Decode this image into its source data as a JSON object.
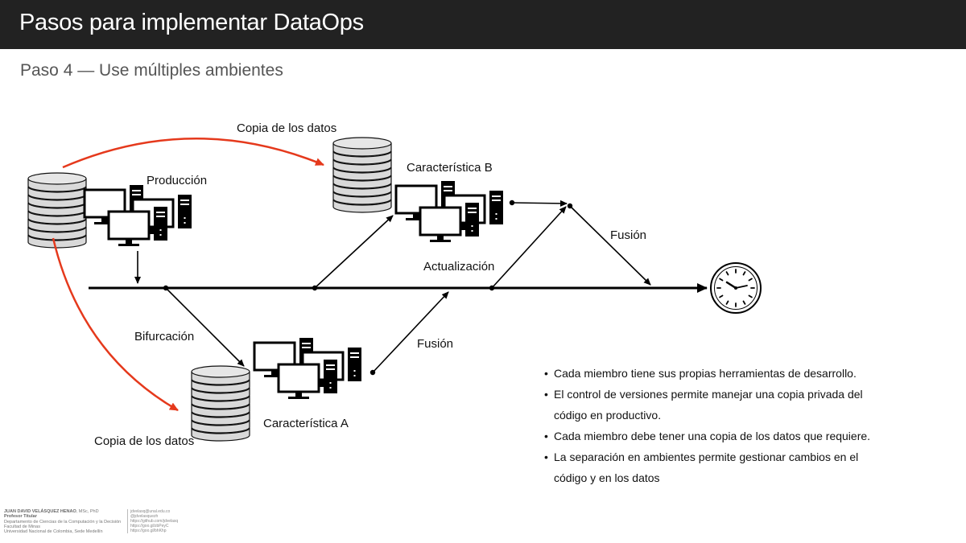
{
  "slide": {
    "title": "Pasos para implementar DataOps",
    "subtitle": "Paso 4 — Use múltiples ambientes"
  },
  "diagram": {
    "labels": {
      "production": "Producción",
      "copy_top": "Copia de los datos",
      "feature_b": "Característica B",
      "merge_top": "Fusión",
      "update": "Actualización",
      "fork": "Bifurcación",
      "merge_bottom": "Fusión",
      "feature_a": "Característica A",
      "copy_bottom": "Copia de los datos"
    },
    "icons": [
      "database-icon",
      "computer-icon",
      "clock-icon"
    ],
    "colors": {
      "copy_arrow": "#e5391c",
      "flow_arrow": "#000000"
    }
  },
  "bullets": [
    "Cada miembro tiene sus propias herramientas de desarrollo.",
    "El control de versiones permite manejar una copia privada del código en productivo.",
    "Cada miembro debe tener una copia de los datos que requiere.",
    "La separación en ambientes permite gestionar cambios en el código y en los datos"
  ],
  "footer": {
    "name": "JUAN DAVID VELÁSQUEZ HENAO",
    "degree": ", MSc, PhD",
    "role": "Profesor Titular",
    "dept": "Departamento de Ciencias de la Computación y la Decisión",
    "faculty": "Facultad de Minas",
    "university": "Universidad Nacional de Colombia, Sede Medellín",
    "contacts": [
      "jdvelasq@unal.edu.co",
      "@jdvelasquezh",
      "https://github.com/jdvelasq",
      "https://goo.gl/zbPeyC",
      "https://goo.gl/bhKhp"
    ]
  }
}
